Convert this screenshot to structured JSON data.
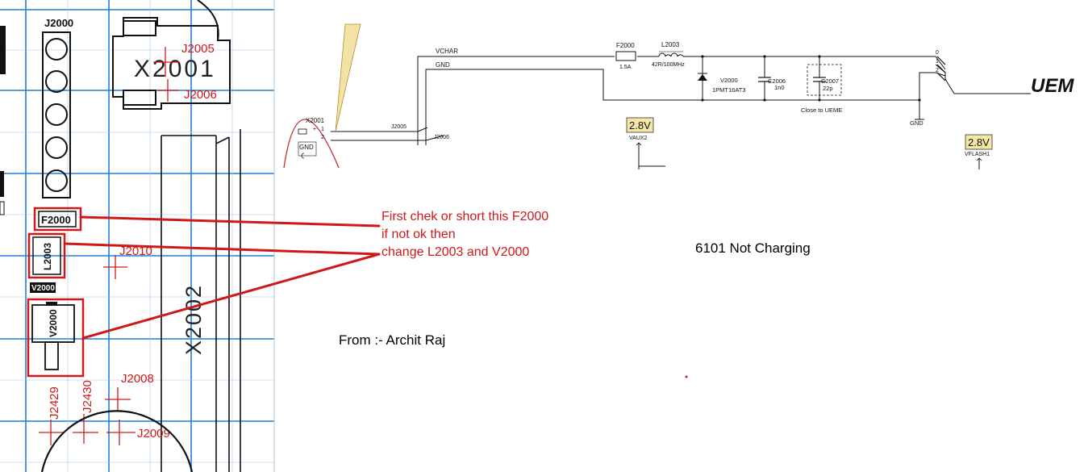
{
  "pcb": {
    "j2000": "J2000",
    "x2001": "X2001",
    "j2005": "J2005",
    "j2006": "J2006",
    "f2000": "F2000",
    "l2003": "L2003",
    "j2010": "J2010",
    "v2000_small": "V2000",
    "v2000_pad": "V2000",
    "x2002": "X2002",
    "j2429": "J2429",
    "j2430": "J2430",
    "j2008": "J2008",
    "j2009": "J2009"
  },
  "schematic": {
    "vchar": "VCHAR",
    "gnd_line": "GND",
    "f2000": "F2000",
    "f2000_value": "1.5A",
    "l2003": "L2003",
    "l2003_value": "42R/100MHz",
    "v2000": "V2000",
    "v2000_part": "1PMT16AT3",
    "c2006": "C2006",
    "c2006_value": "1n0",
    "c2007": "C2007",
    "c2007_value": "22p",
    "close_to": "Close to UEME",
    "gnd_right": "GND",
    "uem": "UEM",
    "x2001": "X2001",
    "j2005": "J2005",
    "j2006": "J2006",
    "gnd_connector": "GND",
    "pin_plus": "+",
    "pin1": "1",
    "pin2": "2",
    "out0": "0",
    "out1": "1",
    "out2": "2",
    "badge1": "2.8V",
    "vaux2": "VAUX2",
    "badge2": "2.8V",
    "vflash1": "VFLASH1"
  },
  "annotation": {
    "line1": "First chek or  short  this F2000",
    "line2": "if not ok then",
    "line3": "change L2003 and V2000"
  },
  "title": "6101 Not Charging",
  "author": "From :- Archit Raj",
  "colors": {
    "annotation": "#d01818",
    "grid": "#1e7fd6",
    "badge": "#f6e7a6"
  }
}
